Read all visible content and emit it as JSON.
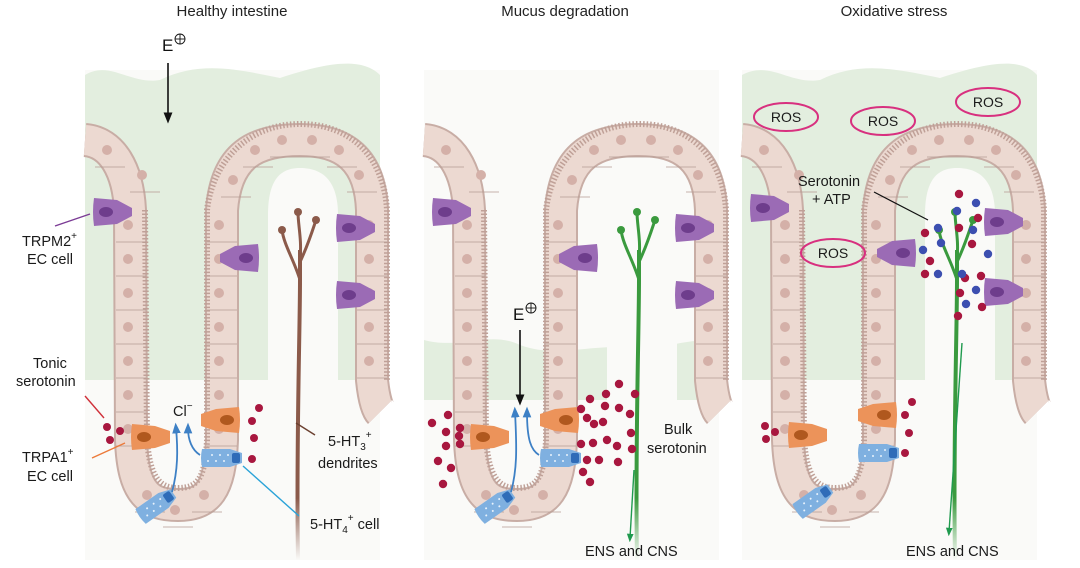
{
  "figure": {
    "panels": [
      {
        "id": "healthy",
        "title": "Healthy intestine",
        "luminal_agent": "E",
        "nerve_color": "#8b5a4a",
        "labels": {
          "trpm2": {
            "main": "TRPM2",
            "sup": "+",
            "line2": "EC cell"
          },
          "tonic": {
            "line1": "Tonic",
            "line2": "serotonin"
          },
          "trpa1": {
            "main": "TRPA1",
            "sup": "+",
            "line2": "EC cell"
          },
          "chloride": {
            "main": "Cl",
            "sup": "−"
          },
          "ht3": {
            "main": "5-HT",
            "sub": "3",
            "sup": "+",
            "line2": "dendrites"
          },
          "ht4": {
            "main": "5-HT",
            "sub": "4",
            "sup": "+",
            "tail": " cell"
          }
        }
      },
      {
        "id": "mucus",
        "title": "Mucus degradation",
        "luminal_agent": "E",
        "nerve_color": "#3a9a3e",
        "labels": {
          "bulk": {
            "line1": "Bulk",
            "line2": "serotonin"
          },
          "output": "ENS and CNS"
        }
      },
      {
        "id": "oxidative",
        "title": "Oxidative stress",
        "nerve_color": "#3a9a3e",
        "ros_label": "ROS",
        "ros_count": 4,
        "labels": {
          "serotonin_atp": {
            "line1": "Serotonin",
            "line2": "+ ATP"
          },
          "output": "ENS and CNS"
        }
      }
    ],
    "colors": {
      "mucus": "#e3eedf",
      "epithelium": "#ecd9d1",
      "epithelium_border": "#b59a92",
      "nucleus": "#d4b0a8",
      "trpm2_cell": "#9b6bb5",
      "trpa1_cell": "#ec935a",
      "ht4_cell": "#7fb0e0",
      "serotonin_dot": "#a8173f",
      "atp_dot": "#3c4fb0",
      "ros_ring": "#d8307f",
      "chloride_arrow": "#3d80c5",
      "signal_arrow": "#1f9a4e"
    }
  }
}
